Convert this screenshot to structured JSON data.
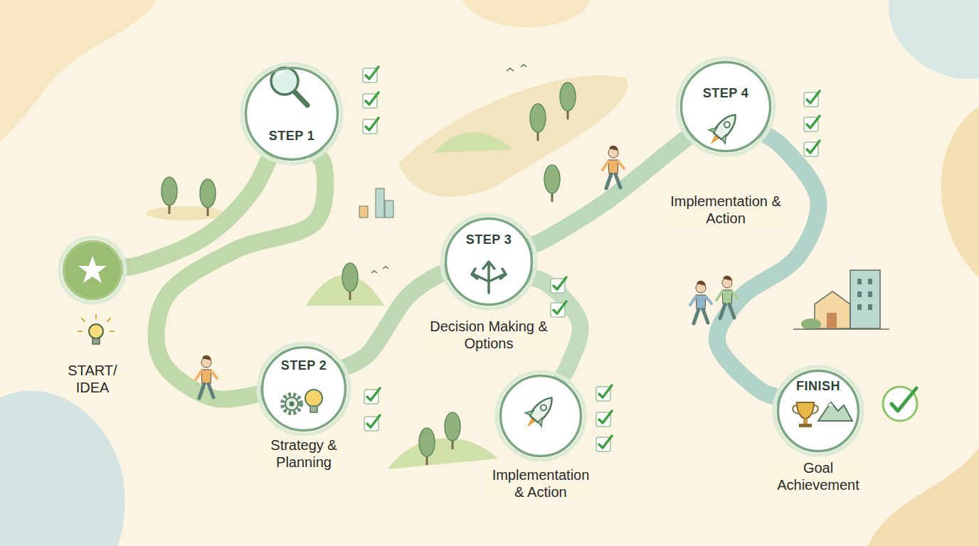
{
  "diagram": {
    "nodes": [
      {
        "text": [
          "START/ IDEA"
        ]
      },
      {
        "text": [
          "STEP 1"
        ]
      },
      {
        "text": [
          "STEP 2",
          "Strategy & Planning"
        ]
      },
      {
        "text": [
          "STEP 3",
          "Decision Making & Options"
        ]
      },
      {
        "text": [
          "Implementation & Action"
        ]
      },
      {
        "text": [
          "STEP 4",
          "Implementation & Action"
        ]
      },
      {
        "text": [
          "FINISH",
          "Goal Achievement"
        ]
      }
    ],
    "edges": [
      {
        "from": 0,
        "to": 1,
        "arrow": "none"
      },
      {
        "from": 1,
        "to": 2,
        "arrow": "none"
      },
      {
        "from": 2,
        "to": 3,
        "arrow": "none"
      },
      {
        "from": 3,
        "to": 4,
        "arrow": "none"
      },
      {
        "from": 3,
        "to": 5,
        "arrow": "none"
      },
      {
        "from": 5,
        "to": 6,
        "arrow": "none"
      }
    ]
  }
}
